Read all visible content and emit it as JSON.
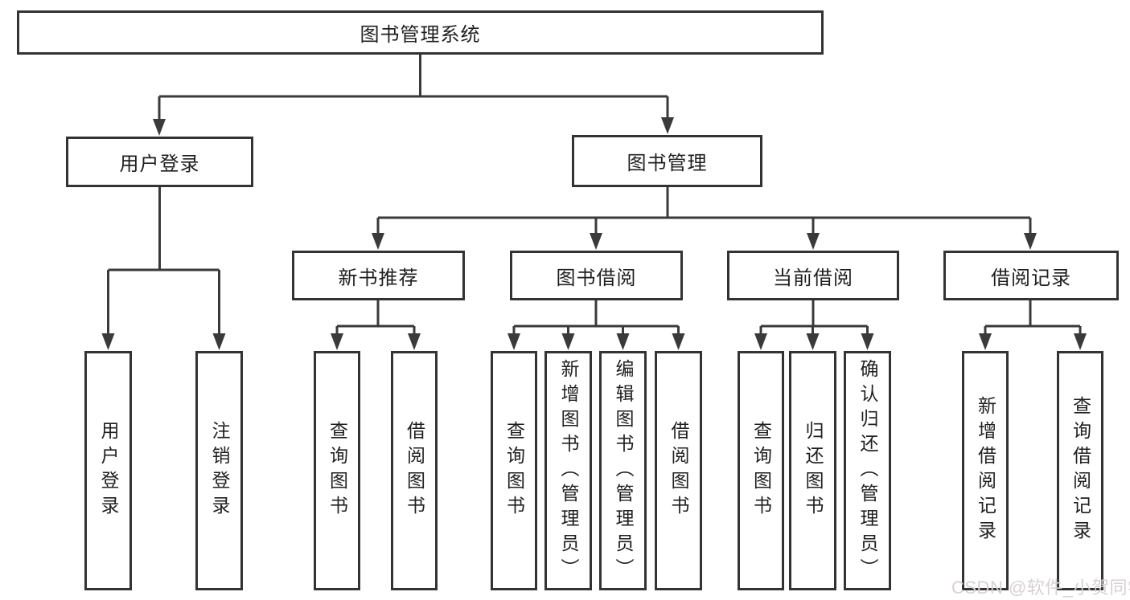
{
  "page": {
    "type": "hierarchy-diagram",
    "title": "图书管理系统"
  },
  "nodes": {
    "root": {
      "label": "图书管理系统"
    },
    "user_login": {
      "label": "用户登录"
    },
    "book_mgmt": {
      "label": "图书管理"
    },
    "new_book_rec": {
      "label": "新书推荐"
    },
    "book_borrow": {
      "label": "图书借阅"
    },
    "current_borrow": {
      "label": "当前借阅"
    },
    "borrow_record": {
      "label": "借阅记录"
    },
    "leaf_login": {
      "label": "用户登录"
    },
    "leaf_logout": {
      "label": "注销登录"
    },
    "leaf_nbr_query": {
      "label": "查询图书"
    },
    "leaf_nbr_borrow": {
      "label": "借阅图书"
    },
    "leaf_bb_query": {
      "label": "查询图书"
    },
    "leaf_bb_add": {
      "label": "新增图书（管理员）"
    },
    "leaf_bb_edit": {
      "label": "编辑图书（管理员）"
    },
    "leaf_bb_borrow": {
      "label": "借阅图书"
    },
    "leaf_cb_query": {
      "label": "查询图书"
    },
    "leaf_cb_return": {
      "label": "归还图书"
    },
    "leaf_cb_confirm": {
      "label": "确认归还（管理员）"
    },
    "leaf_br_add": {
      "label": "新增借阅记录"
    },
    "leaf_br_query": {
      "label": "查询借阅记录"
    }
  },
  "edges": [
    [
      "root",
      "user_login"
    ],
    [
      "root",
      "book_mgmt"
    ],
    [
      "user_login",
      "leaf_login"
    ],
    [
      "user_login",
      "leaf_logout"
    ],
    [
      "book_mgmt",
      "new_book_rec"
    ],
    [
      "book_mgmt",
      "book_borrow"
    ],
    [
      "book_mgmt",
      "current_borrow"
    ],
    [
      "book_mgmt",
      "borrow_record"
    ],
    [
      "new_book_rec",
      "leaf_nbr_query"
    ],
    [
      "new_book_rec",
      "leaf_nbr_borrow"
    ],
    [
      "book_borrow",
      "leaf_bb_query"
    ],
    [
      "book_borrow",
      "leaf_bb_add"
    ],
    [
      "book_borrow",
      "leaf_bb_edit"
    ],
    [
      "book_borrow",
      "leaf_bb_borrow"
    ],
    [
      "current_borrow",
      "leaf_cb_query"
    ],
    [
      "current_borrow",
      "leaf_cb_return"
    ],
    [
      "current_borrow",
      "leaf_cb_confirm"
    ],
    [
      "borrow_record",
      "leaf_br_add"
    ],
    [
      "borrow_record",
      "leaf_br_query"
    ]
  ],
  "colors": {
    "line": "#3a3a3a",
    "box_border": "#333333",
    "box_fill": "#ffffff",
    "text": "#1f1f1f",
    "background": "#ffffff",
    "watermark_text": "#d7d1d1"
  },
  "watermark": {
    "text": "CSDN @软件_小贺同学"
  }
}
